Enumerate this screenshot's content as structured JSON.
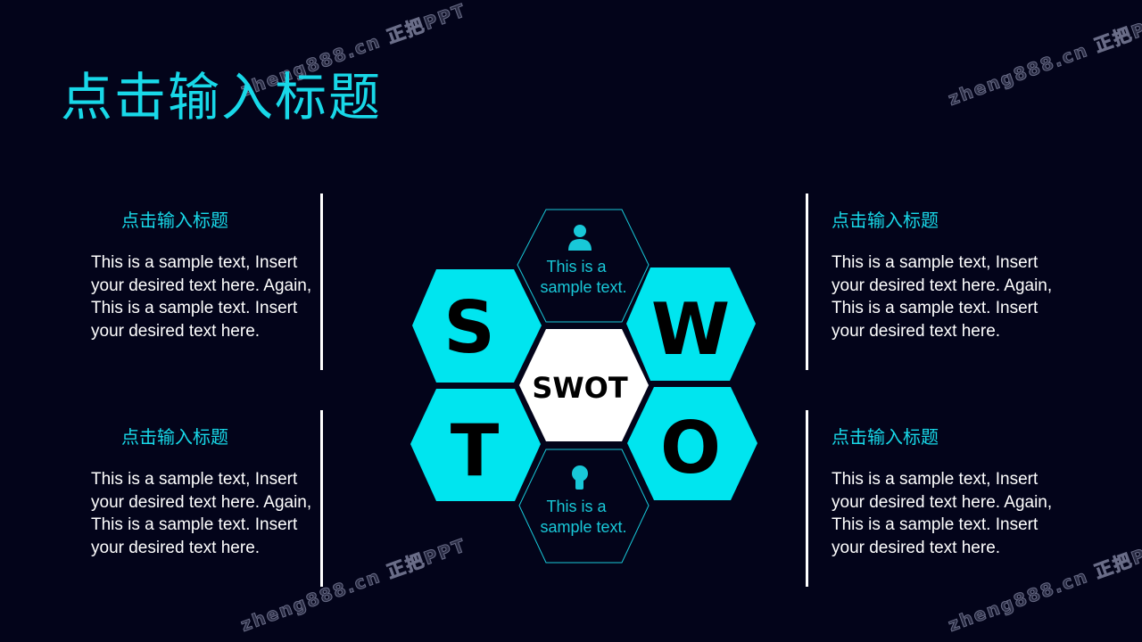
{
  "title": "点击输入标题",
  "watermark": "zheng888.cn 正把PPT",
  "colors": {
    "accent": "#00e5ef",
    "background": "#03041a",
    "center": "#ffffff"
  },
  "blocks": [
    {
      "heading": "点击输入标题",
      "body": "This is a sample text, Insert your desired text here. Again, This is a sample text. Insert your desired text here."
    },
    {
      "heading": "点击输入标题",
      "body": "This is a sample text, Insert your desired text here. Again, This is a sample text. Insert your desired text here."
    },
    {
      "heading": "点击输入标题",
      "body": "This is a sample text, Insert your desired text here. Again, This is a sample text. Insert your desired text here."
    },
    {
      "heading": "点击输入标题",
      "body": "This is a sample text, Insert your desired text here. Again, This is a sample text. Insert your desired text here."
    }
  ],
  "swot": {
    "center": "SWOT",
    "s": "S",
    "w": "W",
    "o": "O",
    "t": "T",
    "top_line1": "This is a",
    "top_line2": "sample text.",
    "bottom_line1": "This is a",
    "bottom_line2": "sample text.",
    "top_icon": "user-icon",
    "bottom_icon": "lightbulb-icon"
  }
}
